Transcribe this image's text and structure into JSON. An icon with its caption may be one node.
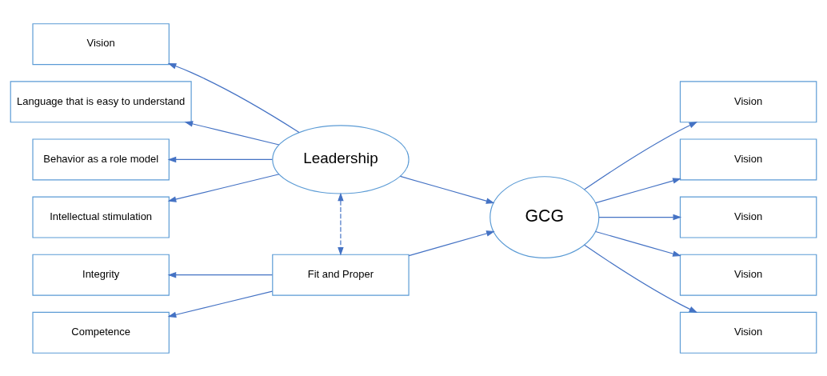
{
  "diagram": {
    "nodes": [
      {
        "text": [
          "Vision"
        ]
      },
      {
        "text": [
          "Language that is easy to understand"
        ]
      },
      {
        "text": [
          "Behavior as a role model"
        ]
      },
      {
        "text": [
          "Intellectual stimulation"
        ]
      },
      {
        "text": [
          "Integrity"
        ]
      },
      {
        "text": [
          "Competence"
        ]
      },
      {
        "text": [
          "Leadership"
        ]
      },
      {
        "text": [
          "Fit and Proper"
        ]
      },
      {
        "text": [
          "GCG"
        ]
      },
      {
        "text": [
          "Vision"
        ]
      },
      {
        "text": [
          "Vision"
        ]
      },
      {
        "text": [
          "Vision"
        ]
      },
      {
        "text": [
          "Vision"
        ]
      },
      {
        "text": [
          "Vision"
        ]
      }
    ],
    "edges": [
      {
        "from": 6,
        "to": 0,
        "arrow": "to"
      },
      {
        "from": 6,
        "to": 1,
        "arrow": "to"
      },
      {
        "from": 6,
        "to": 2,
        "arrow": "to"
      },
      {
        "from": 6,
        "to": 3,
        "arrow": "to"
      },
      {
        "from": 7,
        "to": 4,
        "arrow": "to"
      },
      {
        "from": 7,
        "to": 5,
        "arrow": "to"
      },
      {
        "from": 6,
        "to": 7,
        "arrow": "both",
        "style": "dashed"
      },
      {
        "from": 6,
        "to": 8,
        "arrow": "to"
      },
      {
        "from": 7,
        "to": 8,
        "arrow": "to"
      },
      {
        "from": 8,
        "to": 9,
        "arrow": "to"
      },
      {
        "from": 8,
        "to": 10,
        "arrow": "to"
      },
      {
        "from": 8,
        "to": 11,
        "arrow": "to"
      },
      {
        "from": 8,
        "to": 12,
        "arrow": "to"
      },
      {
        "from": 8,
        "to": 13,
        "arrow": "to"
      }
    ]
  }
}
